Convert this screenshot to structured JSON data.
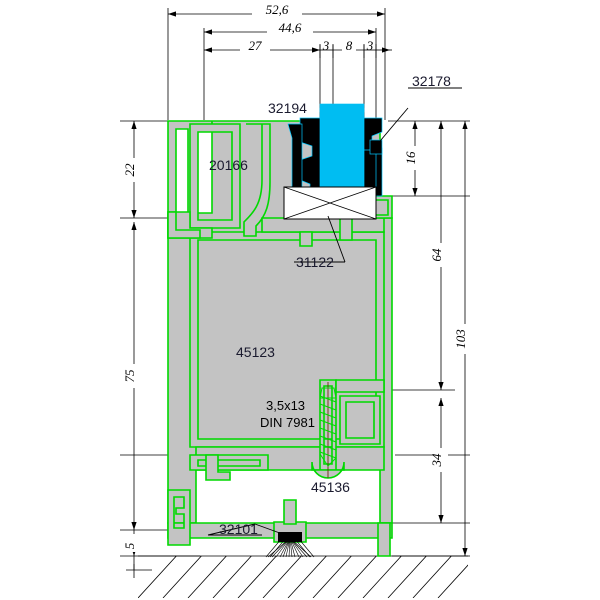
{
  "drawing": {
    "title": "Aluminium profile cross-section",
    "background_color": "#ffffff",
    "colors": {
      "aluminium_fill": "#c3c3c3",
      "aluminium_outline": "#00d900",
      "glass": "#00bdf2",
      "gasket": "#000000",
      "line": "#000000",
      "part_label": "#1a1a2e"
    }
  },
  "dimensions": {
    "top": [
      {
        "id": "dim-52-6",
        "value": "52,6"
      },
      {
        "id": "dim-44-6",
        "value": "44,6"
      },
      {
        "id": "dim-27",
        "value": "27"
      },
      {
        "id": "dim-3-left",
        "value": "3"
      },
      {
        "id": "dim-8",
        "value": "8"
      },
      {
        "id": "dim-3-right",
        "value": "3"
      }
    ],
    "left": [
      {
        "id": "dim-22",
        "value": "22"
      },
      {
        "id": "dim-75",
        "value": "75"
      },
      {
        "id": "dim-5",
        "value": "5"
      }
    ],
    "right": [
      {
        "id": "dim-16",
        "value": "16"
      },
      {
        "id": "dim-64",
        "value": "64"
      },
      {
        "id": "dim-34",
        "value": "34"
      },
      {
        "id": "dim-103",
        "value": "103"
      }
    ]
  },
  "parts": [
    {
      "id": "part-32194",
      "value": "32194"
    },
    {
      "id": "part-32178",
      "value": "32178"
    },
    {
      "id": "part-20166",
      "value": "20166"
    },
    {
      "id": "part-31122",
      "value": "31122"
    },
    {
      "id": "part-45123",
      "value": "45123"
    },
    {
      "id": "part-45136",
      "value": "45136"
    },
    {
      "id": "part-32101",
      "value": "32101"
    }
  ],
  "notes": {
    "screw_size": "3,5x13",
    "screw_standard": "DIN 7981"
  }
}
